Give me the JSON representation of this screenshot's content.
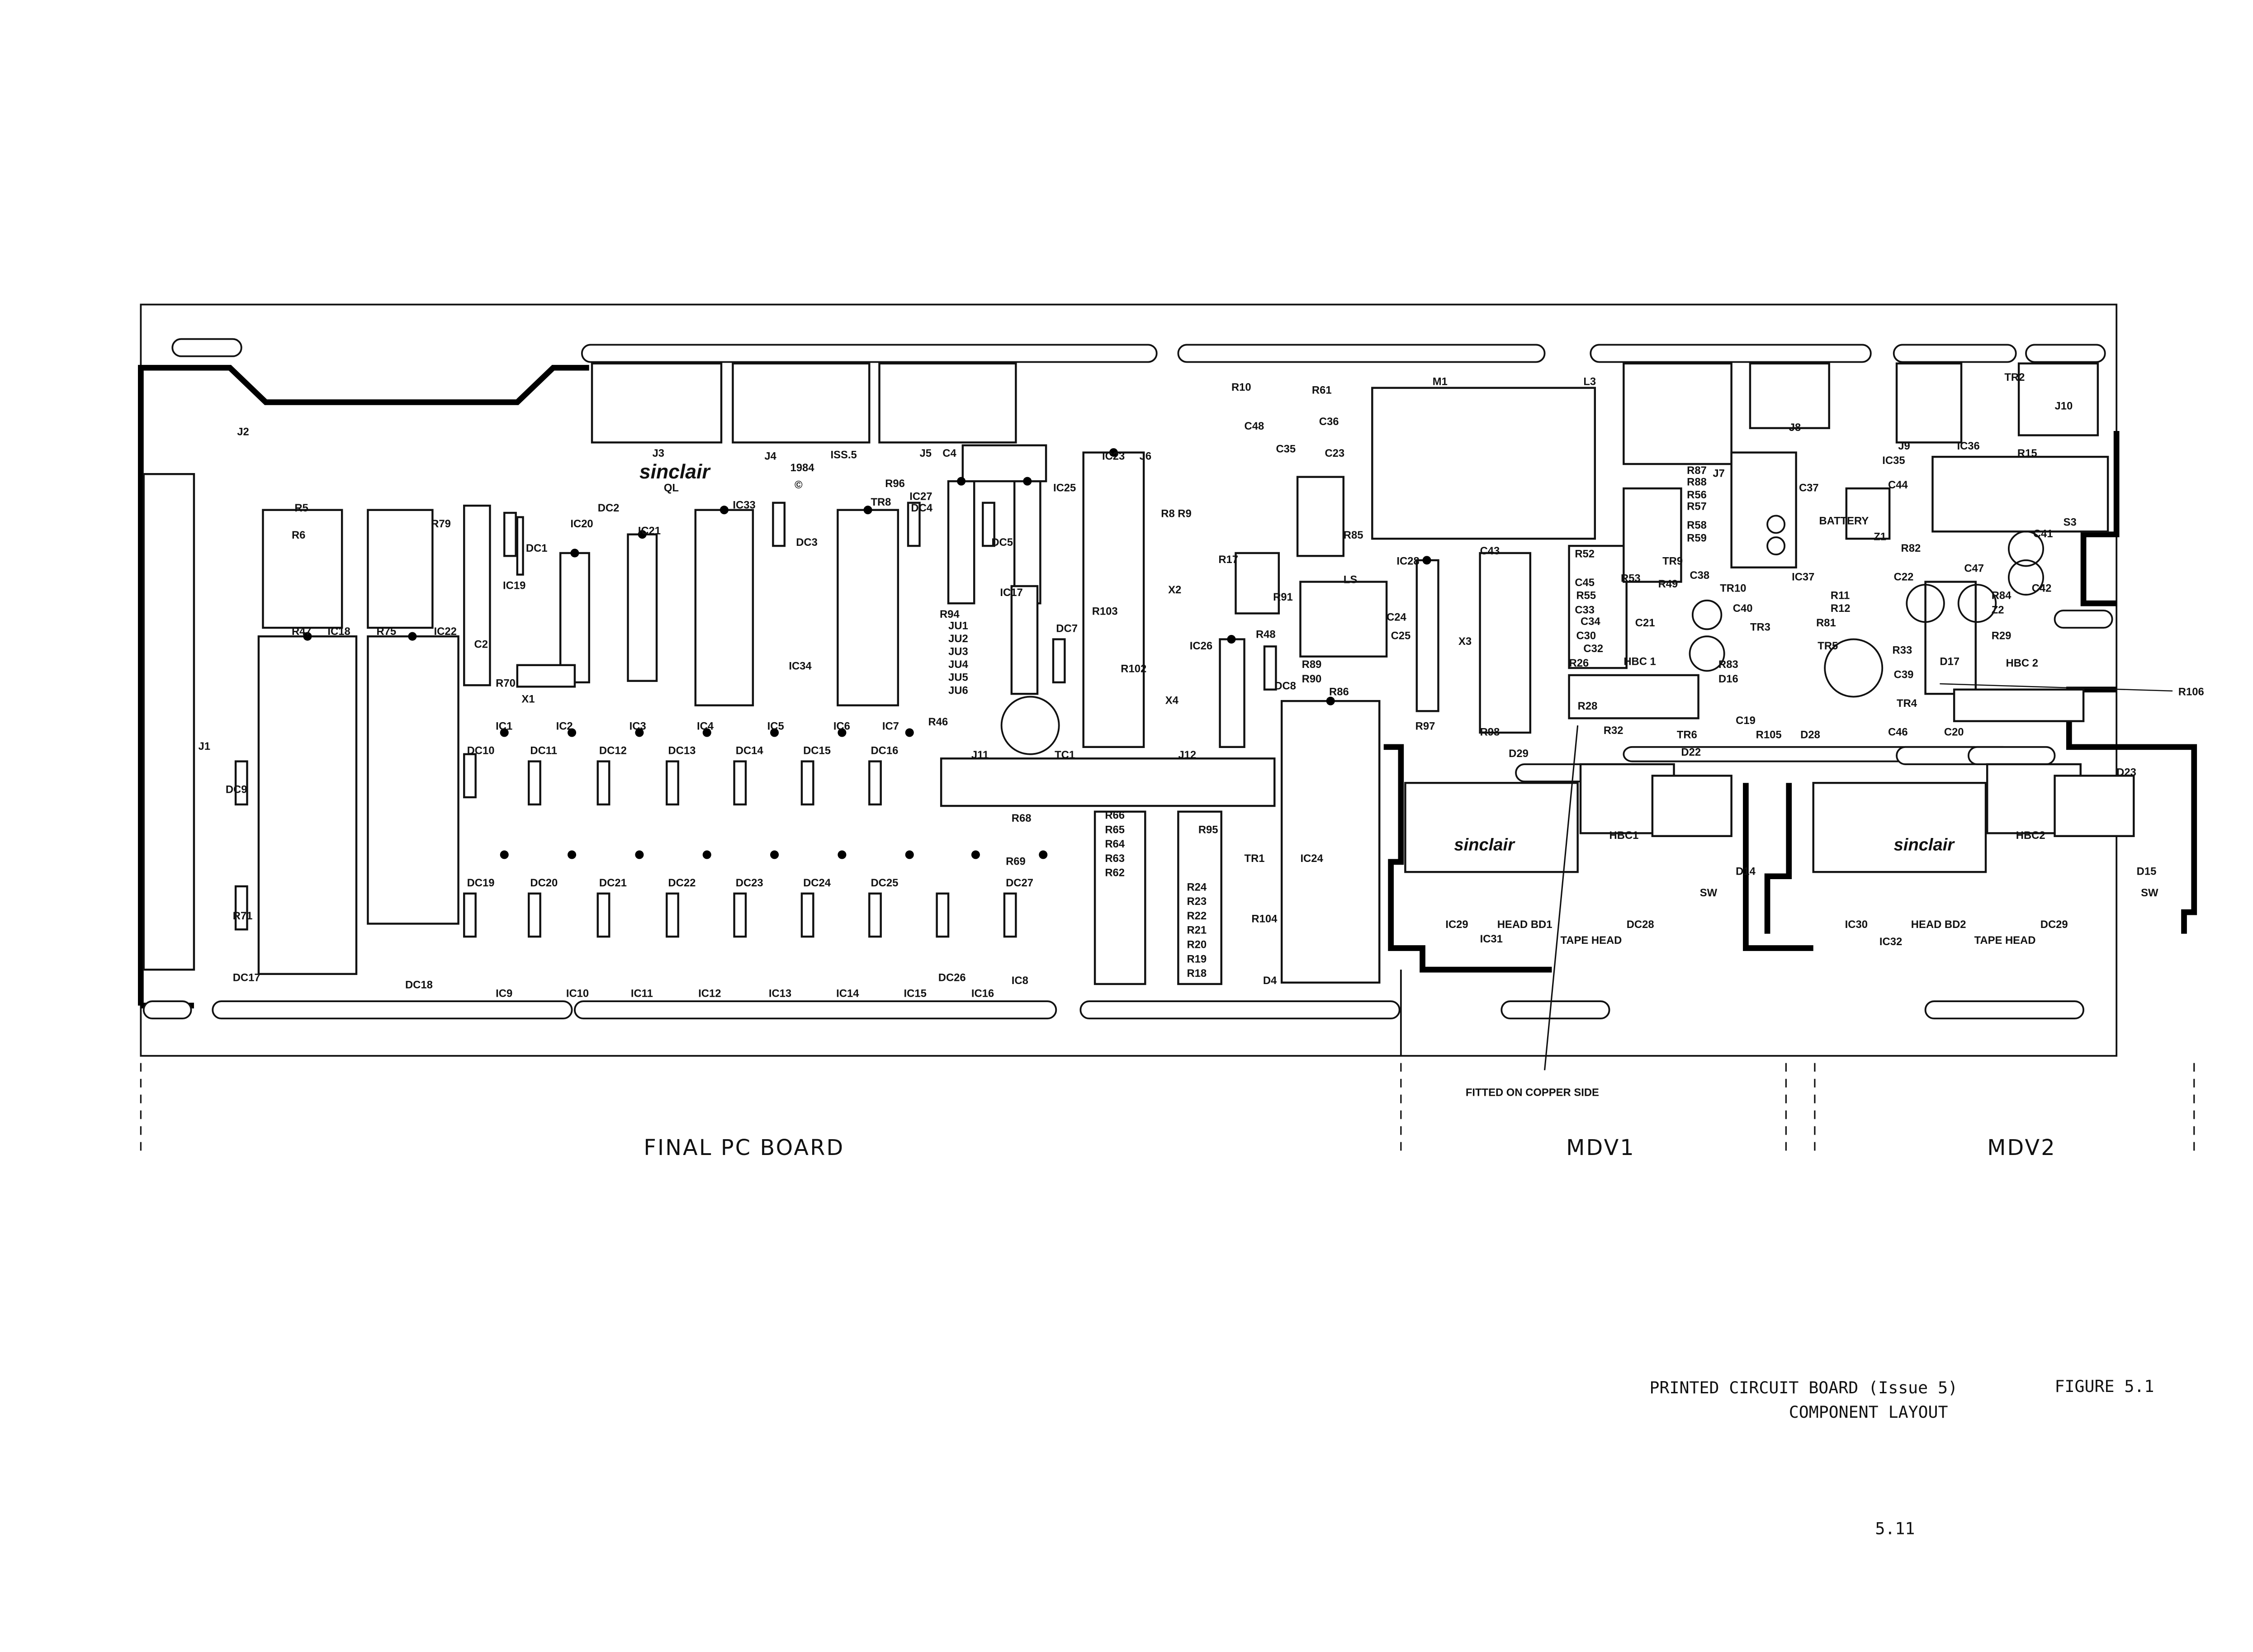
{
  "figure": {
    "title_line1": "PRINTED CIRCUIT BOARD (Issue 5)",
    "title_line2": "COMPONENT LAYOUT",
    "figure_number": "FIGURE 5.1",
    "page_number": "5.11"
  },
  "sections": {
    "main": "FINAL PC BOARD",
    "mdv1": "MDV1",
    "mdv2": "MDV2"
  },
  "note": "FITTED ON COPPER SIDE",
  "logo": {
    "brand": "sinclair",
    "model": "QL",
    "year": "1984",
    "copyright": "©",
    "issue": "ISS.5"
  },
  "component_labels": [
    "J1",
    "J2",
    "J3",
    "J4",
    "J5",
    "C4",
    "IC23",
    "J6",
    "IC25",
    "M1",
    "L3",
    "J7",
    "J8",
    "J9",
    "IC36",
    "J10",
    "R15",
    "S3",
    "R106",
    "TR2",
    "IC18",
    "IC22",
    "IC33",
    "IC21",
    "IC20",
    "DC2",
    "IC34",
    "IC19",
    "DC1",
    "X1",
    "C2",
    "R70",
    "R5",
    "R6",
    "R47",
    "R75",
    "R79",
    "IC1",
    "IC2",
    "IC3",
    "IC4",
    "IC5",
    "IC6",
    "IC7",
    "IC9",
    "IC10",
    "IC11",
    "IC12",
    "IC13",
    "IC14",
    "IC15",
    "IC16",
    "IC8",
    "J11",
    "TC1",
    "J12",
    "IC26",
    "X2",
    "X4",
    "R103",
    "R102",
    "IC17",
    "IC27",
    "TR8",
    "R96",
    "DC4",
    "C35",
    "C23",
    "R10",
    "R61",
    "C48",
    "C36",
    "IC28",
    "IC24",
    "R104",
    "TR1",
    "LS",
    "R85",
    "C43",
    "X3",
    "R98",
    "D29",
    "R97",
    "R86",
    "R91",
    "IC29",
    "HBC1",
    "IC31",
    "HEAD BD1",
    "TAPE HEAD",
    "DC28",
    "IC30",
    "HBC2",
    "IC32",
    "HEAD BD2",
    "TAPE HEAD",
    "DC29",
    "SW",
    "SW",
    "D22",
    "D23",
    "D14",
    "D15",
    "R105",
    "D28",
    "C19",
    "TR6",
    "R32",
    "R28",
    "C20",
    "C46",
    "TR4",
    "C39",
    "TR5",
    "TR3",
    "C40",
    "C21",
    "R49",
    "R53",
    "TR9",
    "C38",
    "TR10",
    "IC37",
    "C37",
    "BATTERY",
    "IC35",
    "C44",
    "Z1",
    "R82",
    "C22",
    "C47",
    "C41",
    "C42",
    "R84",
    "Z2",
    "R29",
    "R33",
    "D17",
    "HBC 2",
    "R87",
    "R88",
    "R56",
    "R57",
    "R58",
    "R59",
    "R52",
    "C45",
    "R55",
    "C33",
    "C34",
    "C30",
    "C32",
    "R26",
    "HBC 1",
    "R83",
    "D16",
    "R11",
    "R12",
    "R81",
    "DC9",
    "DC17",
    "DC18",
    "R71",
    "R46",
    "R94",
    "JU1",
    "JU2",
    "JU3",
    "JU4",
    "JU5",
    "JU6",
    "R68",
    "R69",
    "DC27",
    "DC26",
    "R66",
    "R65",
    "R64",
    "R63",
    "R62",
    "R95",
    "R24",
    "R23",
    "R22",
    "R21",
    "R20",
    "R19",
    "R18",
    "D4",
    "DC8",
    "DC10",
    "DC11",
    "DC12",
    "DC13",
    "DC14",
    "DC15",
    "DC16",
    "DC19",
    "DC20",
    "DC21",
    "DC22",
    "DC23",
    "DC24",
    "DC25",
    "DC3",
    "DC5",
    "DC7",
    "R48",
    "R17",
    "R8 R9",
    "C24",
    "C25",
    "R89",
    "R90"
  ]
}
